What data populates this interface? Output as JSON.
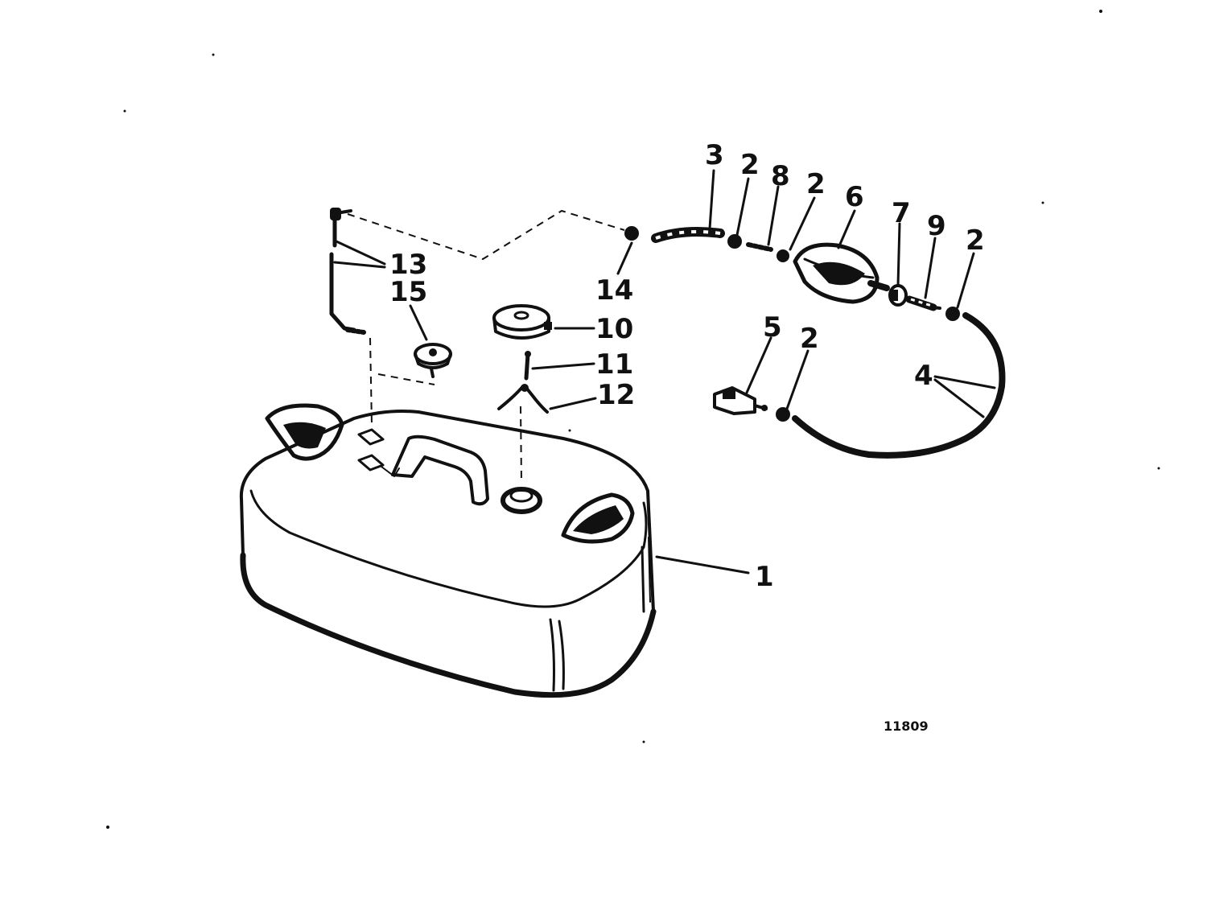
{
  "figure_number": "11809",
  "callouts": {
    "c1": "1",
    "c2a": "2",
    "c2b": "2",
    "c2c": "2",
    "c2d": "2",
    "c3": "3",
    "c4": "4",
    "c5": "5",
    "c6": "6",
    "c7": "7",
    "c8": "8",
    "c9": "9",
    "c10": "10",
    "c11": "11",
    "c12": "12",
    "c13": "13",
    "c14": "14",
    "c15": "15"
  },
  "colors": {
    "ink": "#111111",
    "paper": "#ffffff"
  }
}
